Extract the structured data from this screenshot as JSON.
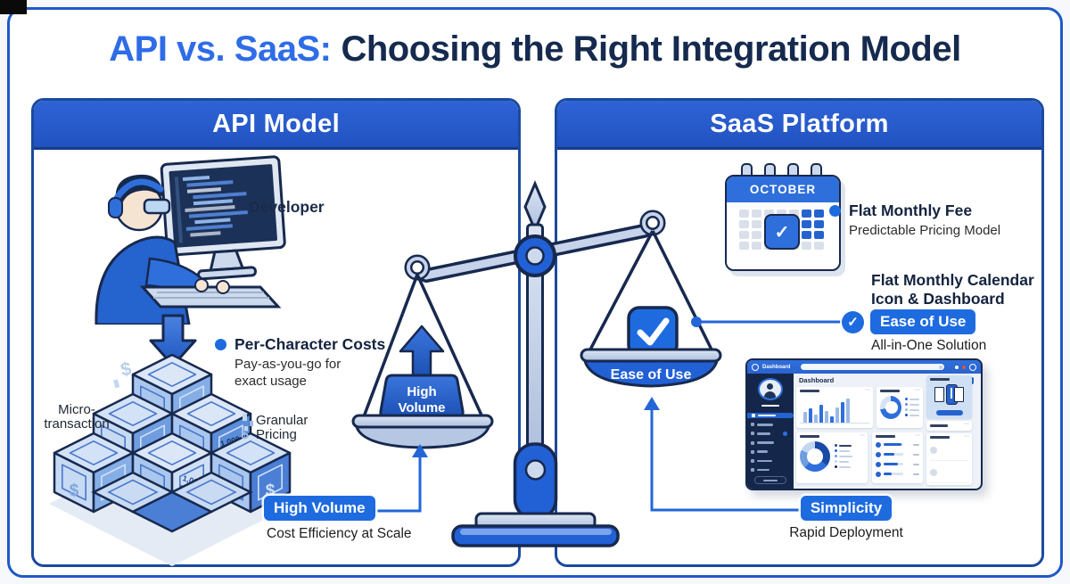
{
  "colors": {
    "accent": "#1e6be0",
    "navy": "#14233f",
    "panel_border": "#1b4a9e",
    "header_blue": "#2a5bcb",
    "steel": "#b6c7e4"
  },
  "icons": {
    "check": "✓"
  },
  "title": {
    "highlight": "API vs. SaaS:",
    "rest": "Choosing the Right Integration Model"
  },
  "left_panel": {
    "title": "API Model",
    "developer_label": "Developer",
    "feature": {
      "heading": "Per-Character Costs",
      "sub1": "Pay-as-you-go for",
      "sub2": "exact usage"
    },
    "micro_line1": "Micro-",
    "micro_line2": "transaction",
    "granular_line1": "Granular",
    "granular_line2": "Pricing",
    "cube_dollar": "$",
    "cube_line1": "1,000",
    "cube_line2": "chars",
    "badge": "High Volume",
    "badge_sub": "Cost Efficiency at Scale"
  },
  "scale": {
    "weight_line1": "High",
    "weight_line2": "Volume",
    "pan_label": "Ease of Use"
  },
  "right_panel": {
    "title": "SaaS Platform",
    "calendar": {
      "month": "OCTOBER",
      "days": [
        [
          "g",
          "g",
          "g",
          "g",
          "g",
          "b",
          "b"
        ],
        [
          "g",
          "g",
          "g",
          "g",
          "l",
          "b",
          "b"
        ],
        [
          "g",
          "g",
          "g",
          "g",
          "l",
          "b",
          "b"
        ],
        [
          "g",
          "g",
          "g",
          "g",
          "g",
          "g",
          "g"
        ]
      ]
    },
    "feature1": {
      "heading": "Flat Monthly Fee",
      "sub": "Predictable Pricing Model"
    },
    "heading2_line1": "Flat Monthly Calendar",
    "heading2_line2": "Icon & Dashboard",
    "ease": {
      "badge": "Ease of Use",
      "sub": "All-in-One Solution"
    },
    "dashboard": {
      "brand": "Dashboard",
      "heading": "Dashboard",
      "bars": [
        12,
        16,
        9,
        20,
        13,
        7,
        17,
        23,
        27
      ]
    },
    "badge": "Simplicity",
    "badge_sub": "Rapid Deployment"
  }
}
